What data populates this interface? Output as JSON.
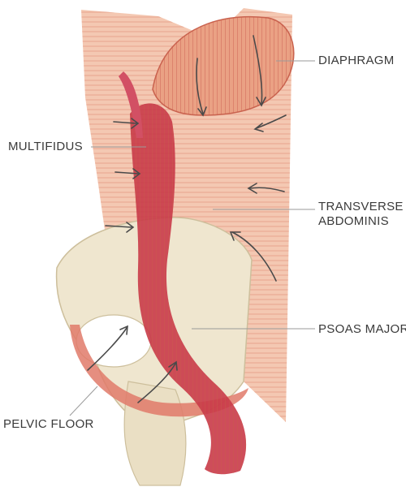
{
  "labels": {
    "diaphragm": "DIAPHRAGM",
    "multifidus": "MULTIFIDUS",
    "transverse_line1": "TRANSVERSE",
    "transverse_line2": "ABDOMINIS",
    "psoas": "PSOAS MAJOR",
    "pelvic_floor": "PELVIC FLOOR"
  },
  "colors": {
    "muscle_light": "#f0b59a",
    "muscle_mid": "#e48c72",
    "muscle_deep": "#c93a48",
    "bone": "#efe6cf",
    "bone_outline": "#cdbf9c",
    "arrow": "#4a4a4a",
    "leader": "#9a9a9a",
    "label": "#3a3a3a"
  }
}
